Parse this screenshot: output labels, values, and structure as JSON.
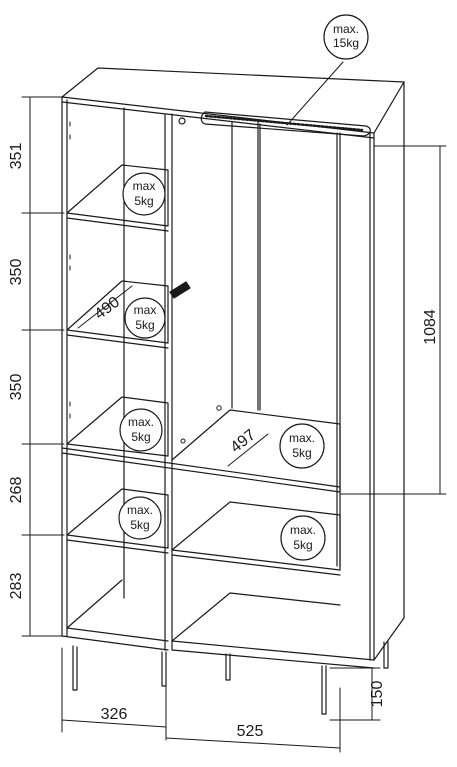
{
  "dimensions": {
    "heights": [
      "351",
      "350",
      "350",
      "268",
      "283"
    ],
    "right_height": "1084",
    "leg_height": "150",
    "width_left": "326",
    "width_right": "525",
    "depth_left": "490",
    "depth_right": "497"
  },
  "load_badges": {
    "rail": {
      "line1": "max.",
      "line2": "15kg"
    },
    "shelf1": {
      "line1": "max",
      "line2": "5kg"
    },
    "shelf2": {
      "line1": "max",
      "line2": "5kg"
    },
    "shelf3": {
      "line1": "max.",
      "line2": "5kg"
    },
    "shelf4": {
      "line1": "max.",
      "line2": "5kg"
    },
    "right_mid": {
      "line1": "max.",
      "line2": "5kg"
    },
    "right_low": {
      "line1": "max.",
      "line2": "5kg"
    }
  },
  "colors": {
    "line": "#1a1a1a",
    "background": "#ffffff"
  }
}
